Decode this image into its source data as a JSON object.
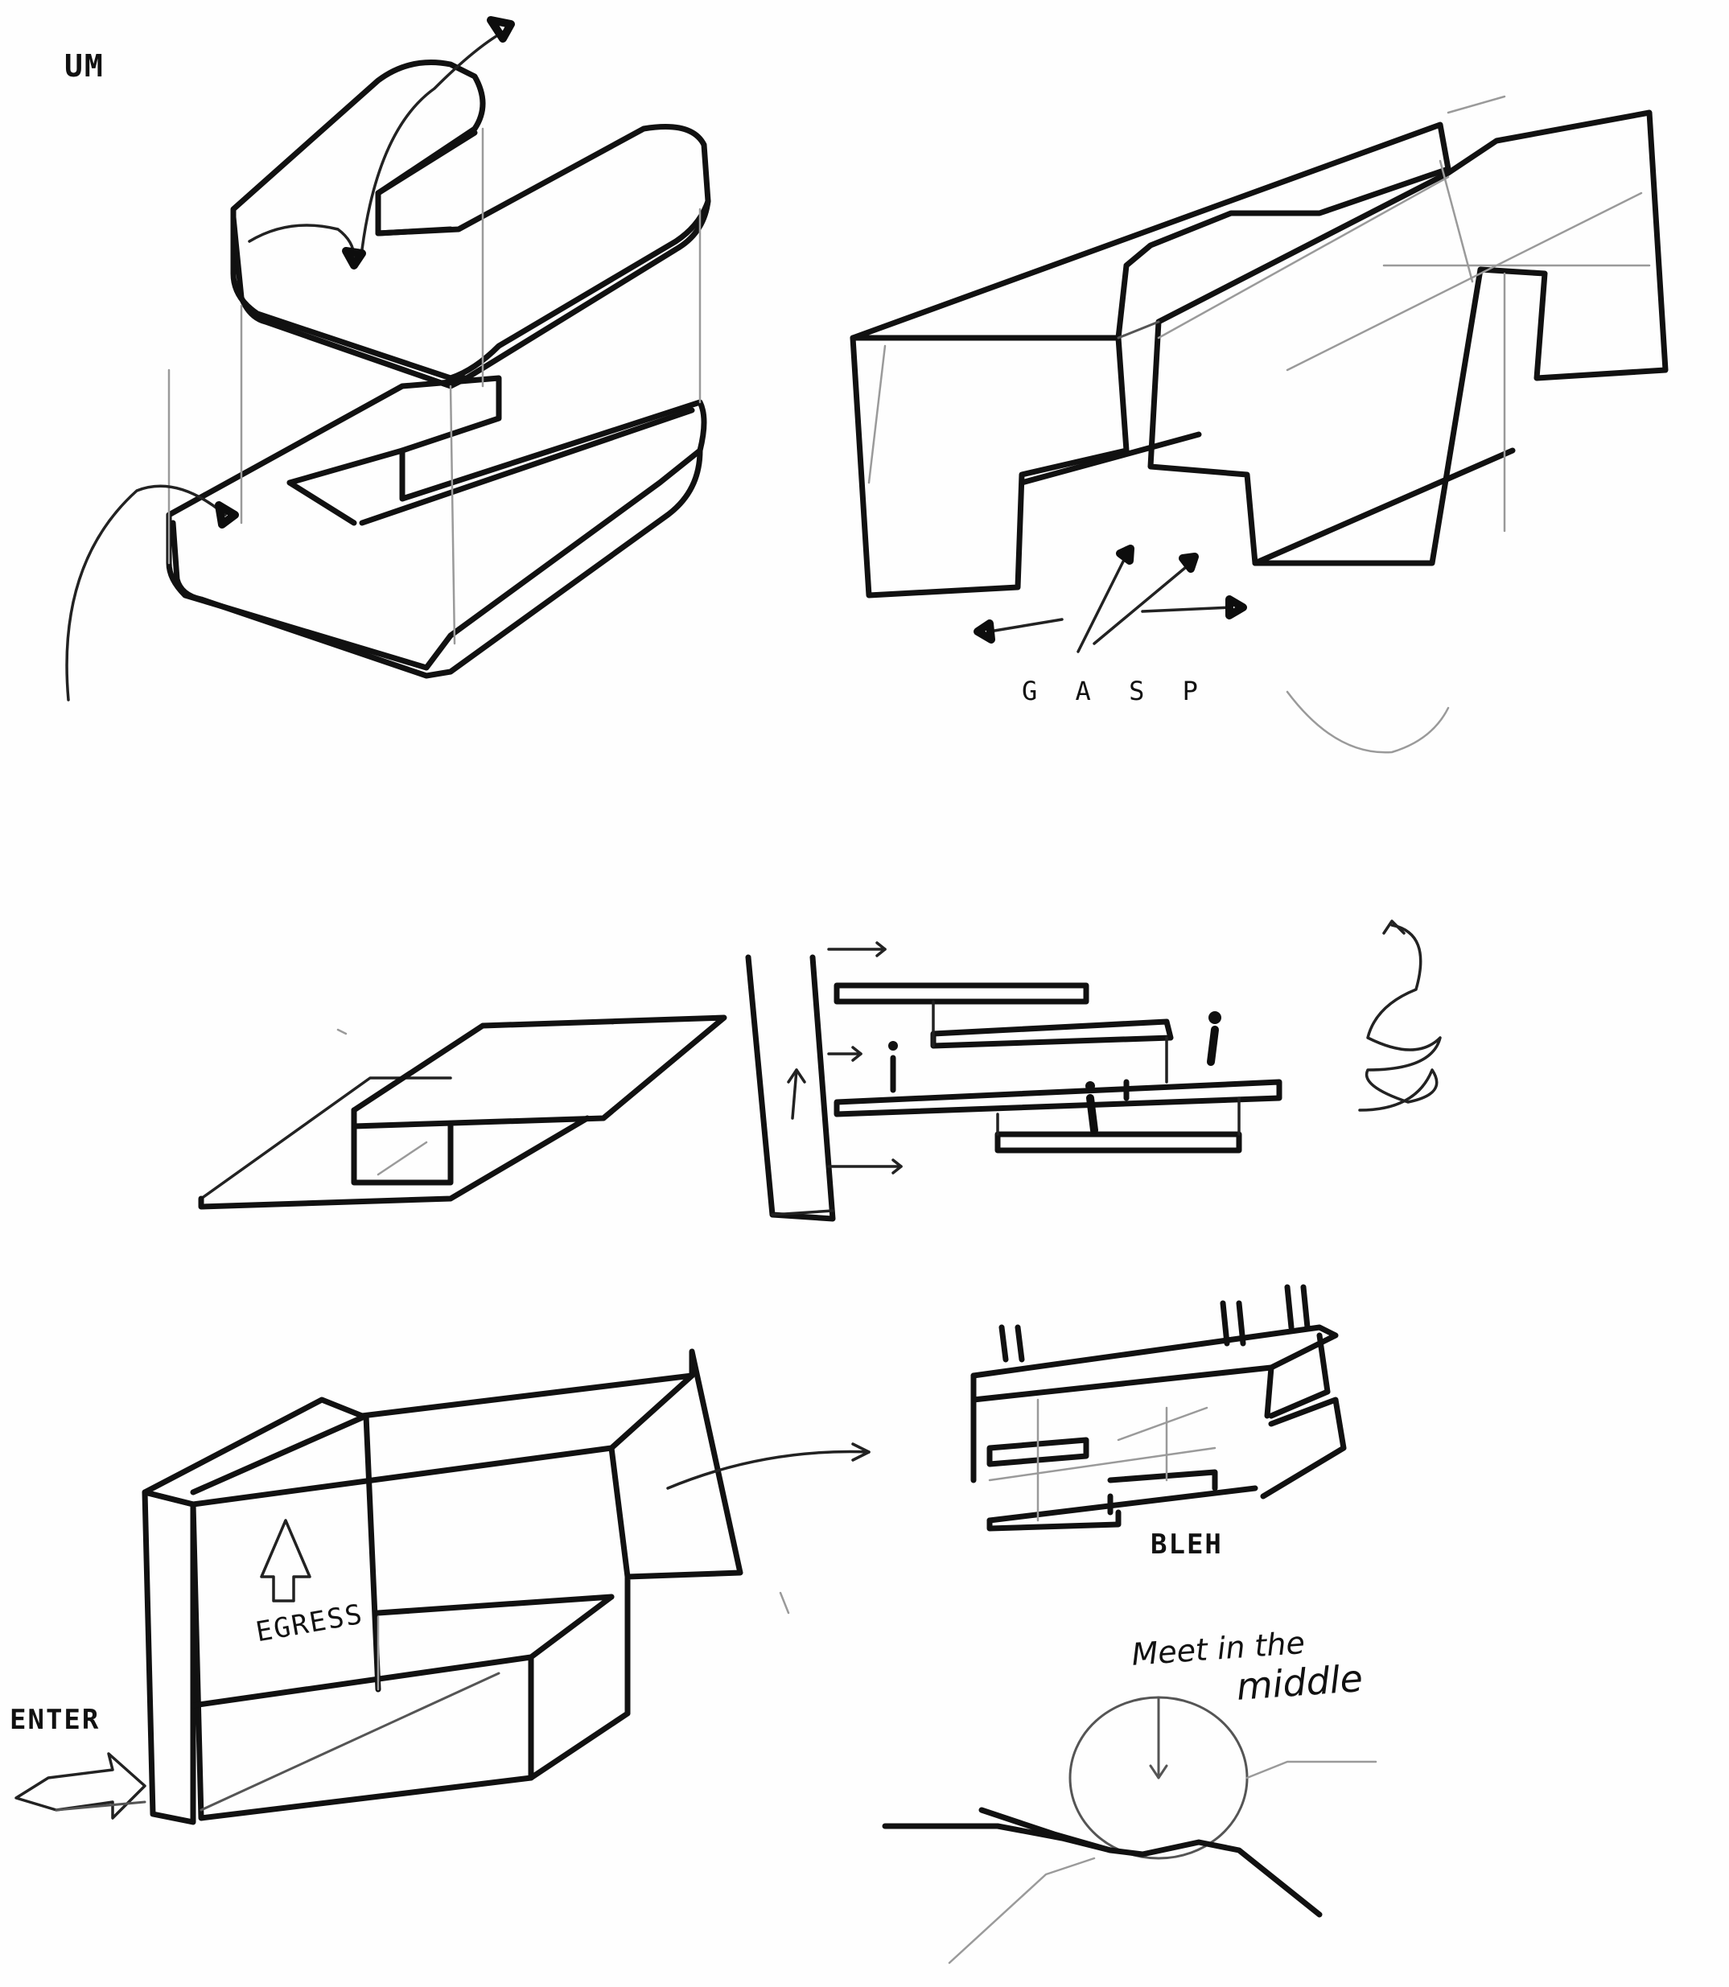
{
  "annotations": {
    "um": "UM",
    "gasp": "G A S P",
    "bleh": "BLEH",
    "egress": "EGRESS",
    "enter": "ENTER",
    "meet_line1": "Meet in the",
    "meet_line2": "middle"
  },
  "colors": {
    "paper": "#fefefe",
    "ink": "#111111",
    "pencil": "#9a9a9a"
  }
}
